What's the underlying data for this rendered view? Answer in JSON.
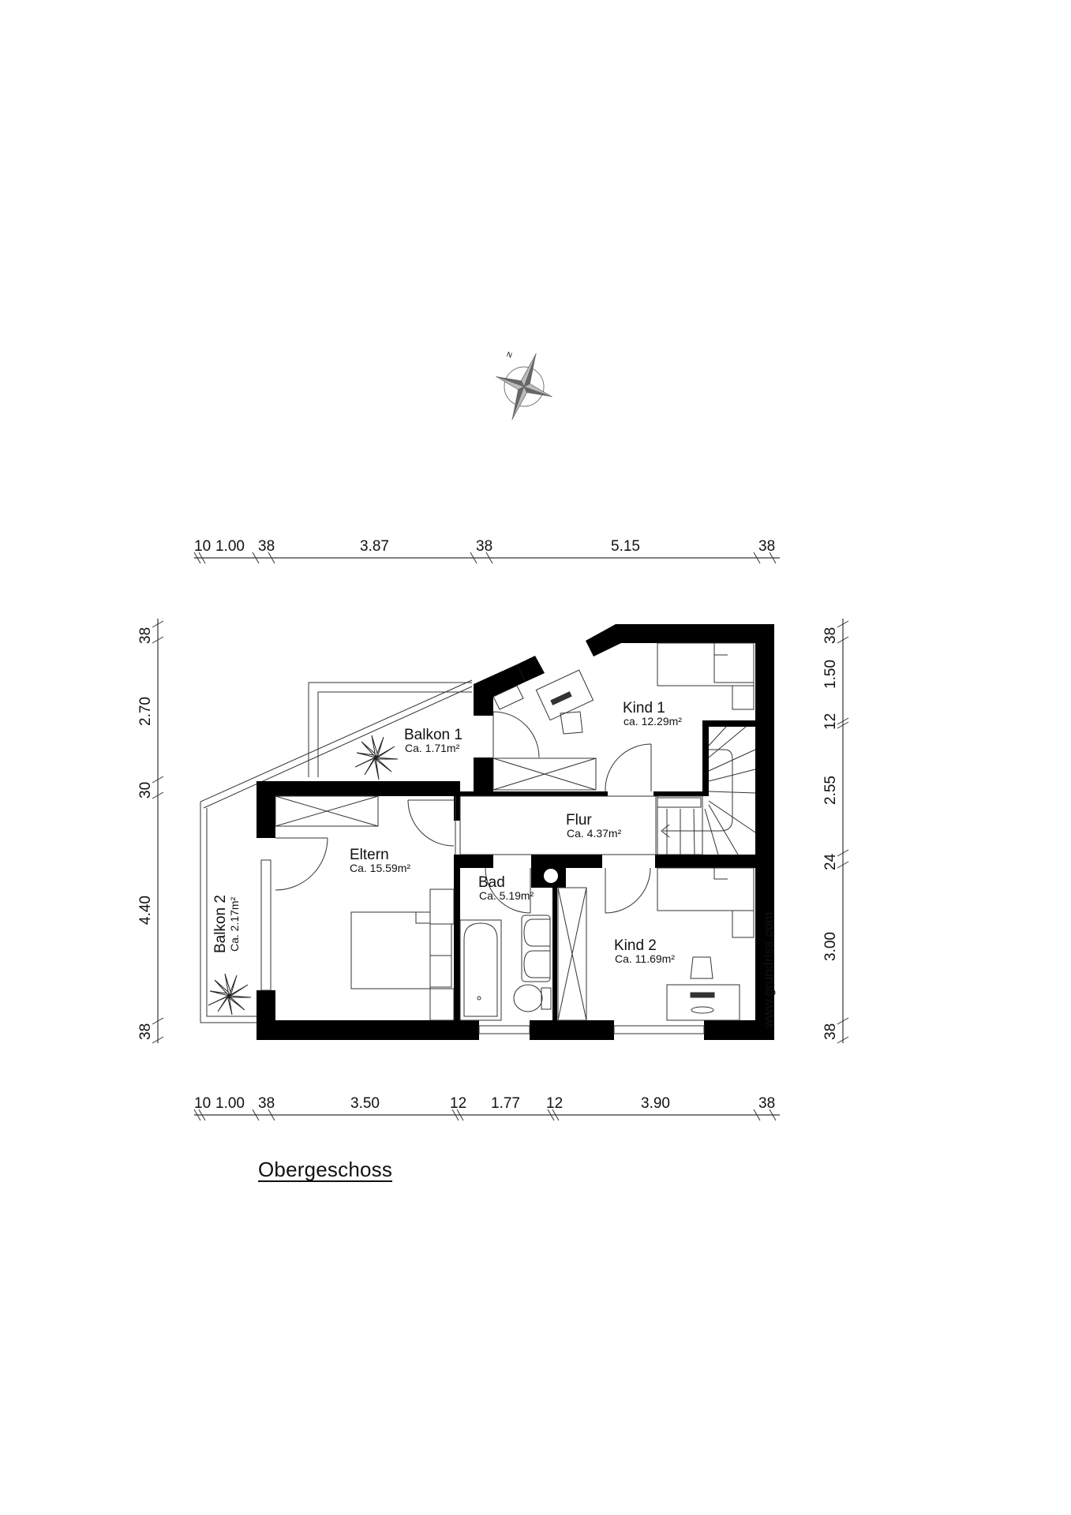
{
  "plan": {
    "title": "Obergeschoss",
    "watermark": "www.grundriss.com",
    "compass_label": "N"
  },
  "dimensions": {
    "top": [
      "10",
      "1.00",
      "38",
      "3.87",
      "38",
      "5.15",
      "38"
    ],
    "bottom": [
      "10",
      "1.00",
      "38",
      "3.50",
      "12",
      "1.77",
      "12",
      "3.90",
      "38"
    ],
    "left": [
      "38",
      "2.70",
      "30",
      "4.40",
      "38"
    ],
    "right": [
      "38",
      "1.50",
      "12",
      "2.55",
      "24",
      "3.00",
      "38"
    ]
  },
  "rooms": {
    "balkon1": {
      "name": "Balkon 1",
      "area": "Ca. 1.71m²"
    },
    "kind1": {
      "name": "Kind 1",
      "area": "ca. 12.29m²"
    },
    "flur": {
      "name": "Flur",
      "area": "Ca. 4.37m²"
    },
    "eltern": {
      "name": "Eltern",
      "area": "Ca. 15.59m²"
    },
    "bad": {
      "name": "Bad",
      "area": "Ca. 5.19m²"
    },
    "kind2": {
      "name": "Kind 2",
      "area": "Ca. 11.69m²"
    },
    "balkon2": {
      "name": "Balkon 2",
      "area": "Ca. 2.17m²"
    }
  }
}
